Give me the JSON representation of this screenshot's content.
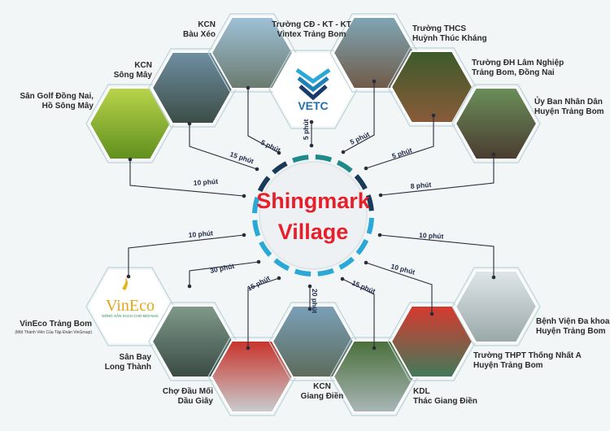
{
  "center": {
    "line1": "Shingmark",
    "line2": "Village"
  },
  "colors": {
    "accent_red": "#e5202b",
    "line": "#2b2b3a",
    "ring_dark": "#1a3a5a",
    "ring_teal": "#1f8a8a",
    "ring_light": "#2aa8d8"
  },
  "vetc_logo": "VETC",
  "vineco_logo": {
    "name": "VinEco",
    "tagline": "NÔNG SẢN SẠCH CHO MỌI NHÀ"
  },
  "places": [
    {
      "lines": [
        "Sân Golf Đồng Nai,",
        "Hồ Sông Mây"
      ],
      "time": "10 phút"
    },
    {
      "lines": [
        "KCN",
        "Sông Mây"
      ],
      "time": "15 phút"
    },
    {
      "lines": [
        "KCN",
        "Bàu Xéo"
      ],
      "time": "5 phút"
    },
    {
      "lines": [
        "Trường CĐ - KT - KT",
        "Vintex Trảng Bom"
      ],
      "time": "5 phút"
    },
    {
      "lines": [
        "Trường THCS",
        "Huỳnh Thúc Kháng"
      ],
      "time": "5 phút"
    },
    {
      "lines": [
        "Trường ĐH Lâm Nghiệp",
        "Trảng Bom, Đồng Nai"
      ],
      "time": "5 phút"
    },
    {
      "lines": [
        "Ủy Ban Nhân Dân",
        "Huyện Trảng Bom"
      ],
      "time": "8 phút"
    },
    {
      "lines": [
        "VinEco Trảng Bom"
      ],
      "sub": "(Một Thành Viên Của Tập Đoàn VinGroup)",
      "time": "10 phút"
    },
    {
      "lines": [
        "Sân Bay",
        "Long Thành"
      ],
      "time": "30 phút"
    },
    {
      "lines": [
        "Chợ Đầu Mối",
        "Dầu Giây"
      ],
      "time": "15 phút"
    },
    {
      "lines": [
        "KCN",
        "Giang Điền"
      ],
      "time": "20 phút"
    },
    {
      "lines": [
        "KDL",
        "Thác Giang Điền"
      ],
      "time": "15 phút"
    },
    {
      "lines": [
        "Trường THPT Thống Nhất A",
        "Huyện Trảng Bom"
      ],
      "time": "10 phút"
    },
    {
      "lines": [
        "Bệnh Viện Đa khoa",
        "Huyện Trảng Bom"
      ],
      "time": "10 phút"
    }
  ]
}
